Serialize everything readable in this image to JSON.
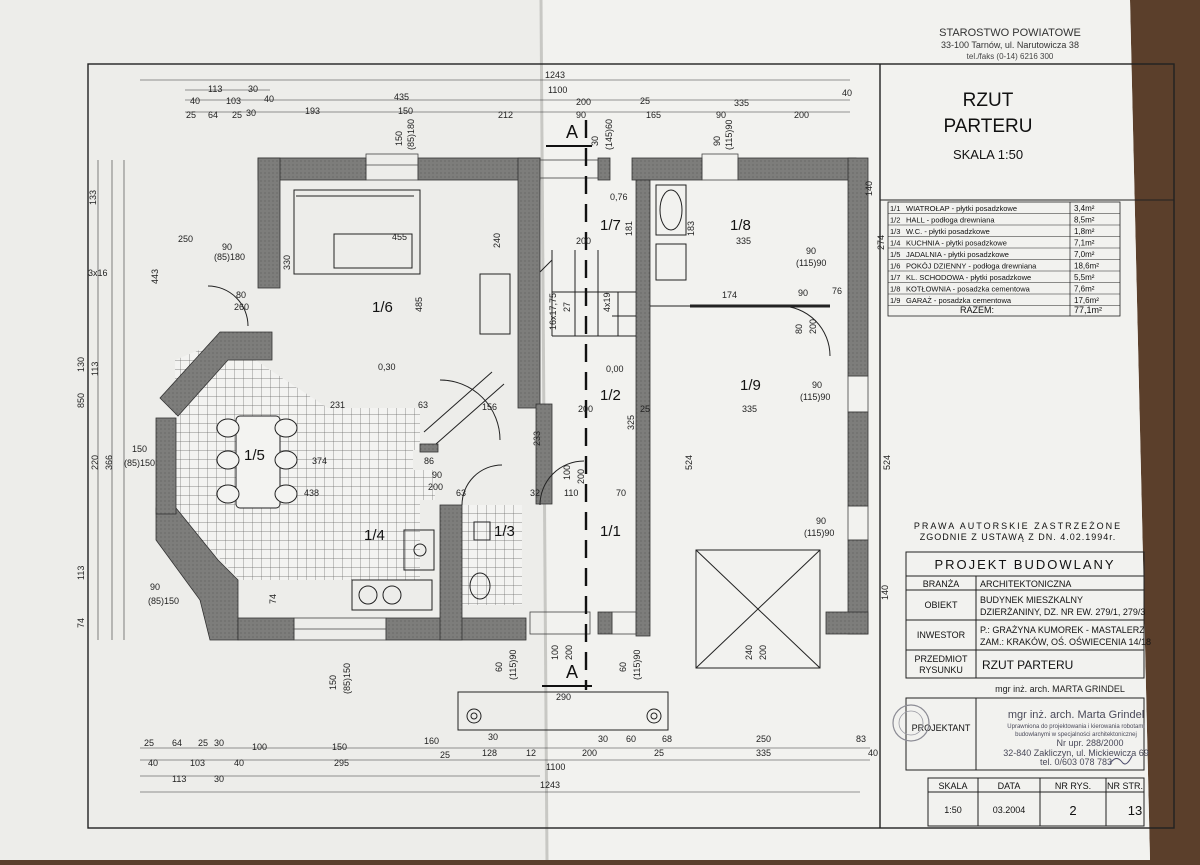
{
  "office": {
    "name": "STAROSTWO POWIATOWE",
    "address": "33-100 Tarnów, ul. Narutowicza 38",
    "phone": "tel./faks (0-14) 6216 300"
  },
  "title": {
    "line1": "RZUT",
    "line2": "PARTERU",
    "scale": "SKALA 1:50"
  },
  "rooms_table": {
    "rows": [
      {
        "no": "1/1",
        "name": "WIATROŁAP - płytki posadzkowe",
        "area": "3,4m²"
      },
      {
        "no": "1/2",
        "name": "HALL - podłoga drewniana",
        "area": "8,5m²"
      },
      {
        "no": "1/3",
        "name": "W.C. - płytki posadzkowe",
        "area": "1,8m²"
      },
      {
        "no": "1/4",
        "name": "KUCHNIA - płytki posadzkowe",
        "area": "7,1m²"
      },
      {
        "no": "1/5",
        "name": "JADALNIA - płytki posadzkowe",
        "area": "7,0m²"
      },
      {
        "no": "1/6",
        "name": "POKÓJ DZIENNY - podłoga drewniana",
        "area": "18,6m²"
      },
      {
        "no": "1/7",
        "name": "KL. SCHODOWA - płytki posadzkowe",
        "area": "5,5m²"
      },
      {
        "no": "1/8",
        "name": "KOTŁOWNIA - posadzka cementowa",
        "area": "7,6m²"
      },
      {
        "no": "1/9",
        "name": "GARAŻ - posadzka cementowa",
        "area": "17,6m²"
      }
    ],
    "total_label": "RAZEM:",
    "total_value": "77,1m²"
  },
  "copyright": {
    "line1": "PRAWA AUTORSKIE ZASTRZEŻONE",
    "line2": "ZGODNIE Z USTAWĄ Z DN. 4.02.1994r."
  },
  "project_header": "PROJEKT BUDOWLANY",
  "meta": {
    "branza_label": "BRANŻA",
    "branza_value": "ARCHITEKTONICZNA",
    "obiekt_label": "OBIEKT",
    "obiekt_line1": "BUDYNEK MIESZKALNY",
    "obiekt_line2": "DZIERŻANINY, DZ. NR EW. 279/1, 279/3",
    "inwestor_label": "INWESTOR",
    "inwestor_line1": "P.: GRAŻYNA KUMOREK - MASTALERZ",
    "inwestor_line2": "ZAM.: KRAKÓW, OŚ. OŚWIECENIA 14/18",
    "przedmiot_label1": "PRZEDMIOT",
    "przedmiot_label2": "RYSUNKU",
    "przedmiot_value": "RZUT PARTERU",
    "author_line": "mgr inż. arch. MARTA GRINDEL",
    "projektant_label": "PROJEKTANT",
    "stamp_name": "mgr inż. arch. Marta Grindel",
    "stamp_line1": "Uprawniona do projektowania i kierowania robotami",
    "stamp_line2": "budowlanymi w specjalności architektonicznej",
    "stamp_line3": "Nr upr. 288/2000",
    "stamp_line4": "32-840 Zakliczyn, ul. Mickiewicza 69",
    "stamp_line5": "tel. 0/603 078 783",
    "skala_label": "SKALA",
    "skala_value": "1:50",
    "data_label": "DATA",
    "data_value": "03.2004",
    "nrrys_label": "NR RYS.",
    "nrrys_value": "2",
    "nrstr_label": "NR STR.",
    "nrstr_value": "13"
  },
  "room_labels": {
    "r11": "1/1",
    "r12": "1/2",
    "r13": "1/3",
    "r14": "1/4",
    "r15": "1/5",
    "r16": "1/6",
    "r17": "1/7",
    "r18": "1/8",
    "r19": "1/9"
  },
  "section_marker": "A",
  "dims": {
    "top_overall": "1243",
    "top_a1": "113",
    "top_a2": "30",
    "top_b1": "40",
    "top_b2": "103",
    "top_b3": "40",
    "top_b4": "435",
    "top_b5": "1100",
    "top_c1": "25",
    "top_c2": "64",
    "top_c3": "25",
    "top_c4": "30",
    "top_c5": "193",
    "top_c6": "150",
    "top_c7": "212",
    "top_d1": "200",
    "top_d2": "25",
    "top_d3": "335",
    "top_d4": "90",
    "top_d5": "165",
    "top_d6": "90",
    "top_d7": "200",
    "top_d8": "40",
    "win_16": "150",
    "win_16b": "(85)180",
    "win_17": "30",
    "win_17b": "(145)60",
    "win_18": "90",
    "win_18b": "(115)90",
    "d_250": "250",
    "d_90a": "90",
    "d_85180": "(85)180",
    "d_455": "455",
    "d_330": "330",
    "d_80": "80",
    "d_260": "260",
    "d_485": "485",
    "d_240": "240",
    "d_035": "0,30",
    "d_076": "0,76",
    "d_000": "0,00",
    "d_200a": "200",
    "d_181": "181",
    "d_183": "183",
    "d_335a": "335",
    "d_90b": "90",
    "d_11590a": "(115)90",
    "d_174": "174",
    "d_90c": "90",
    "d_76": "76",
    "d_80b": "80",
    "d_200b": "200",
    "d_stairs": "16x17,75",
    "d_27": "27",
    "d_4x19": "4x19",
    "d_231": "231",
    "d_63a": "63",
    "d_156": "156",
    "d_200c": "200",
    "d_25a": "25",
    "d_335b": "335",
    "d_90d": "90",
    "d_11590b": "(115)90",
    "d_90e": "90",
    "d_11590c": "(115)90",
    "d_374": "374",
    "d_438": "438",
    "d_86": "86",
    "d_90f": "90",
    "d_200d": "200",
    "d_63b": "63",
    "d_100a": "100",
    "d_110": "110",
    "d_200e": "200",
    "d_70": "70",
    "d_32": "32",
    "d_150a": "150",
    "d_85150a": "(85)150",
    "d_90g": "90",
    "d_85150b": "(85)150",
    "d_74": "74",
    "d_150b": "150",
    "d_85150c": "(85)150",
    "d_60a": "60",
    "d_11590d": "(115)90",
    "d_100b": "100",
    "d_200f": "200",
    "d_60b": "60",
    "d_11590e": "(115)90",
    "d_290": "290",
    "d_200g": "200",
    "d_325": "325",
    "d_524a": "524",
    "d_524b": "524",
    "d_233": "233",
    "d_140a": "140",
    "d_274": "274",
    "d_140b": "140",
    "left_133": "133",
    "left_443": "443",
    "left_850": "850",
    "left_130": "130",
    "left_113": "113",
    "left_220": "220",
    "left_366": "366",
    "left_113b": "113",
    "left_74": "74",
    "left_3x16": "3x16",
    "bot_a1": "25",
    "bot_a2": "64",
    "bot_a3": "25",
    "bot_a4": "30",
    "bot_a5": "100",
    "bot_a6": "150",
    "bot_a7": "160",
    "bot_a8": "30",
    "bot_a9": "30",
    "bot_a10": "60",
    "bot_a11": "68",
    "bot_a12": "250",
    "bot_a13": "83",
    "bot_b1": "40",
    "bot_b2": "103",
    "bot_b3": "40",
    "bot_b4": "295",
    "bot_b5": "25",
    "bot_b6": "128",
    "bot_b7": "12",
    "bot_b8": "200",
    "bot_b9": "25",
    "bot_b10": "335",
    "bot_b11": "40",
    "bot_c1": "113",
    "bot_c2": "30",
    "bot_c3": "1100",
    "bot_overall": "1243"
  }
}
